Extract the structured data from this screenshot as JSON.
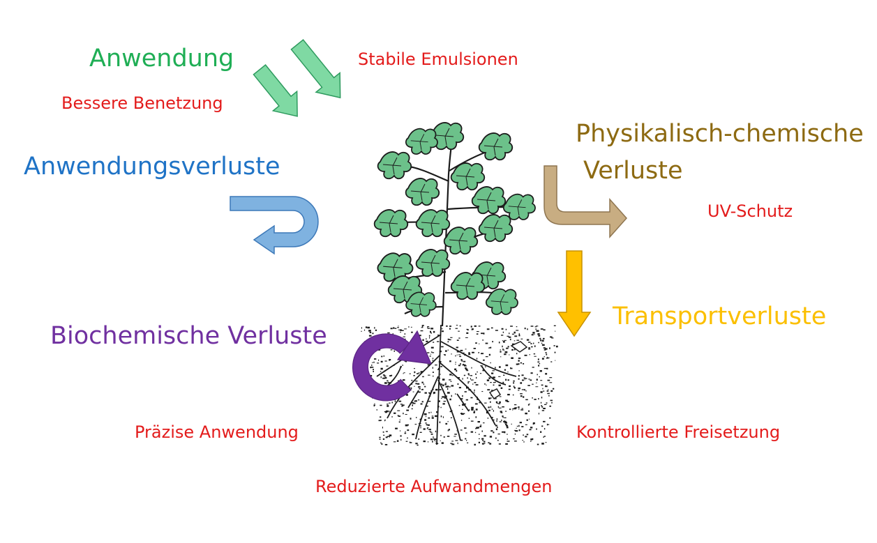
{
  "labels": {
    "anwendung": "Anwendung",
    "anwendungsverluste": "Anwendungsverluste",
    "biochemische": "Biochemische Verluste",
    "physchem_line1": "Physikalisch-chemische",
    "physchem_line2": "Verluste",
    "transport": "Transportverluste"
  },
  "benefits": {
    "stabile_emulsionen": "Stabile Emulsionen",
    "bessere_benetzung": "Bessere Benetzung",
    "uv_schutz": "UV-Schutz",
    "praezise_anwendung": "Präzise Anwendung",
    "kontrollierte_freisetzung": "Kontrollierte Freisetzung",
    "reduzierte_aufwandmengen": "Reduzierte Aufwandmengen"
  },
  "colors": {
    "anwendung": "#1fae55",
    "anwendungsverluste": "#1f73c6",
    "biochemische": "#7030a0",
    "physchem": "#8d6a12",
    "transport": "#fbbf00",
    "benefit_text": "#e31b1b",
    "green_arrow": "#7fd9a3",
    "blue_arrow": "#7fb2e0",
    "tan_arrow": "#c8ad82",
    "gold_arrow": "#ffc000",
    "purple_arrow": "#7030a0",
    "leaf": "#6cc18a"
  },
  "icons": {
    "plant": "plant-with-roots-illustration",
    "green_arrows": "down-right-arrow-icon",
    "blue_arrow": "u-turn-left-arrow-icon",
    "tan_arrow": "bent-right-arrow-icon",
    "gold_arrow": "down-arrow-icon",
    "purple_arrow": "circular-arrow-icon"
  }
}
